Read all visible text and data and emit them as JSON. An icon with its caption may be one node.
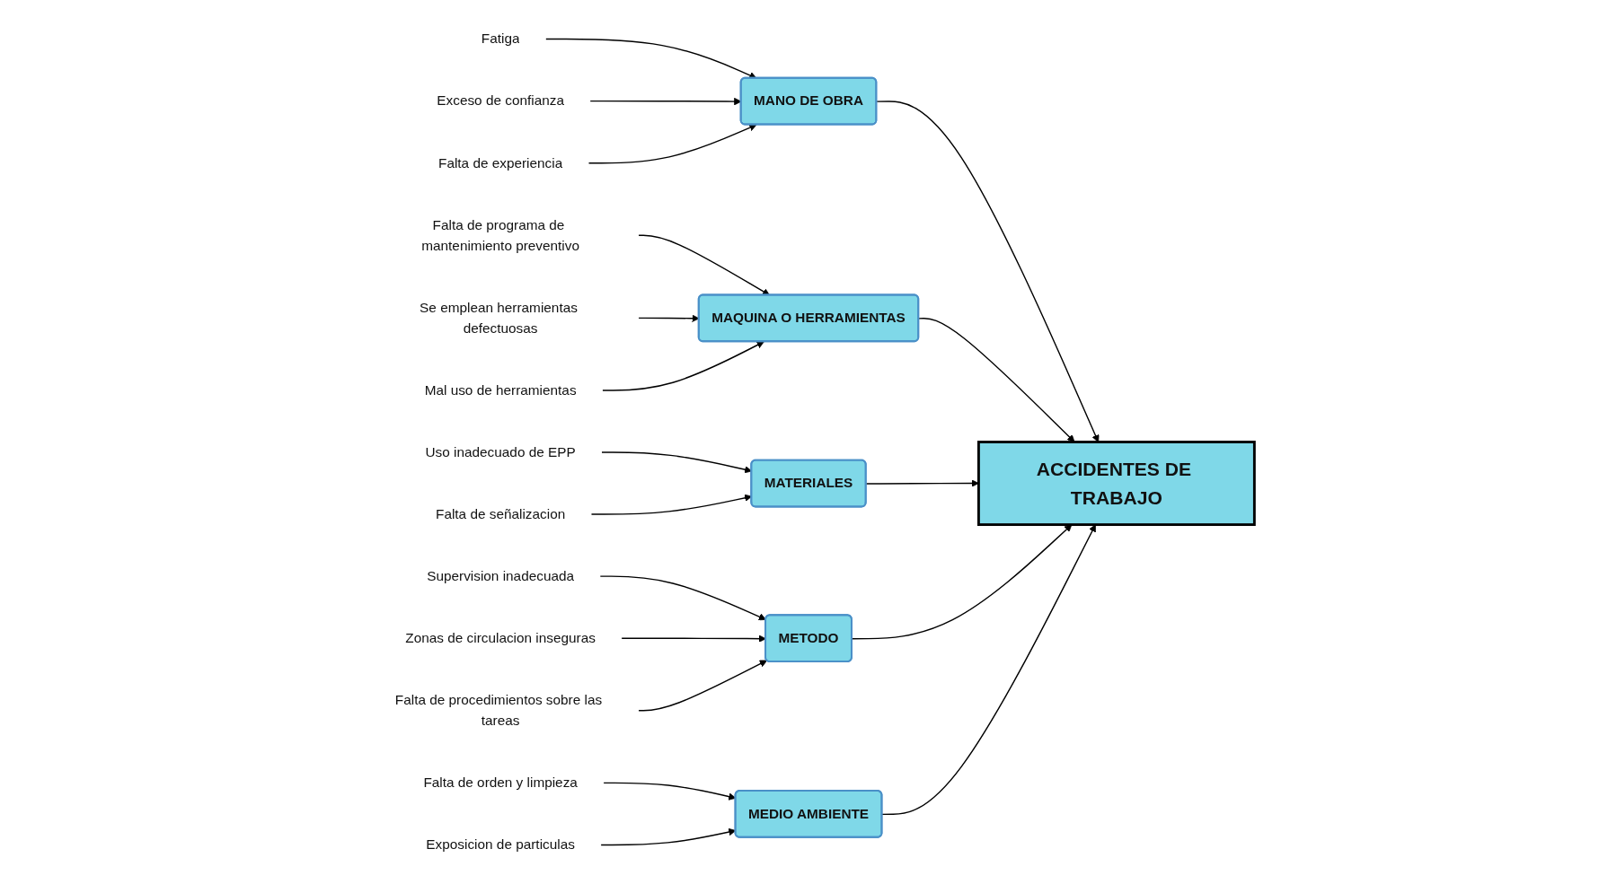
{
  "diagram": {
    "nodes": [
      {
        "text": [
          "MANO DE OBRA"
        ]
      },
      {
        "text": [
          "MAQUINA O HERRAMIENTAS"
        ]
      },
      {
        "text": [
          "MATERIALES"
        ]
      },
      {
        "text": [
          "Fatiga"
        ]
      },
      {
        "text": [
          "Exceso de confianza"
        ]
      },
      {
        "text": [
          "Falta de experiencia"
        ]
      },
      {
        "text": [
          "Falta de programa de mantenimiento preventivo"
        ]
      },
      {
        "text": [
          "Se emplean herramientas defectuosas"
        ]
      },
      {
        "text": [
          "Mal uso de herramientas"
        ]
      },
      {
        "text": [
          "Uso inadecuado de EPP"
        ]
      },
      {
        "text": [
          "Falta de señalizacion"
        ]
      },
      {
        "text": [
          "ACCIDENTES DE TRABAJO"
        ]
      },
      {
        "text": [
          "Supervision inadecuada"
        ]
      },
      {
        "text": [
          "Zonas de circulacion inseguras"
        ]
      },
      {
        "text": [
          "Falta de procedimientos sobre las tareas"
        ]
      },
      {
        "text": [
          "Falta de orden y limpieza"
        ]
      },
      {
        "text": [
          "Exposicion de particulas"
        ]
      },
      {
        "text": [
          "METODO"
        ]
      },
      {
        "text": [
          "MEDIO AMBIENTE"
        ]
      }
    ],
    "edges": [
      {
        "from": 3,
        "to": 0,
        "arrow": "to"
      },
      {
        "from": 4,
        "to": 0,
        "arrow": "to"
      },
      {
        "from": 5,
        "to": 0,
        "arrow": "to"
      },
      {
        "from": 6,
        "to": 1,
        "arrow": "to"
      },
      {
        "from": 7,
        "to": 1,
        "arrow": "to"
      },
      {
        "from": 8,
        "to": 1,
        "arrow": "to"
      },
      {
        "from": 9,
        "to": 2,
        "arrow": "to"
      },
      {
        "from": 10,
        "to": 2,
        "arrow": "to"
      },
      {
        "from": 12,
        "to": 17,
        "arrow": "to"
      },
      {
        "from": 13,
        "to": 17,
        "arrow": "to"
      },
      {
        "from": 14,
        "to": 17,
        "arrow": "to"
      },
      {
        "from": 15,
        "to": 18,
        "arrow": "to"
      },
      {
        "from": 16,
        "to": 18,
        "arrow": "to"
      },
      {
        "from": 0,
        "to": 11,
        "arrow": "to"
      },
      {
        "from": 1,
        "to": 11,
        "arrow": "to"
      },
      {
        "from": 2,
        "to": 11,
        "arrow": "to"
      },
      {
        "from": 17,
        "to": 11,
        "arrow": "to"
      },
      {
        "from": 18,
        "to": 11,
        "arrow": "to"
      }
    ]
  }
}
